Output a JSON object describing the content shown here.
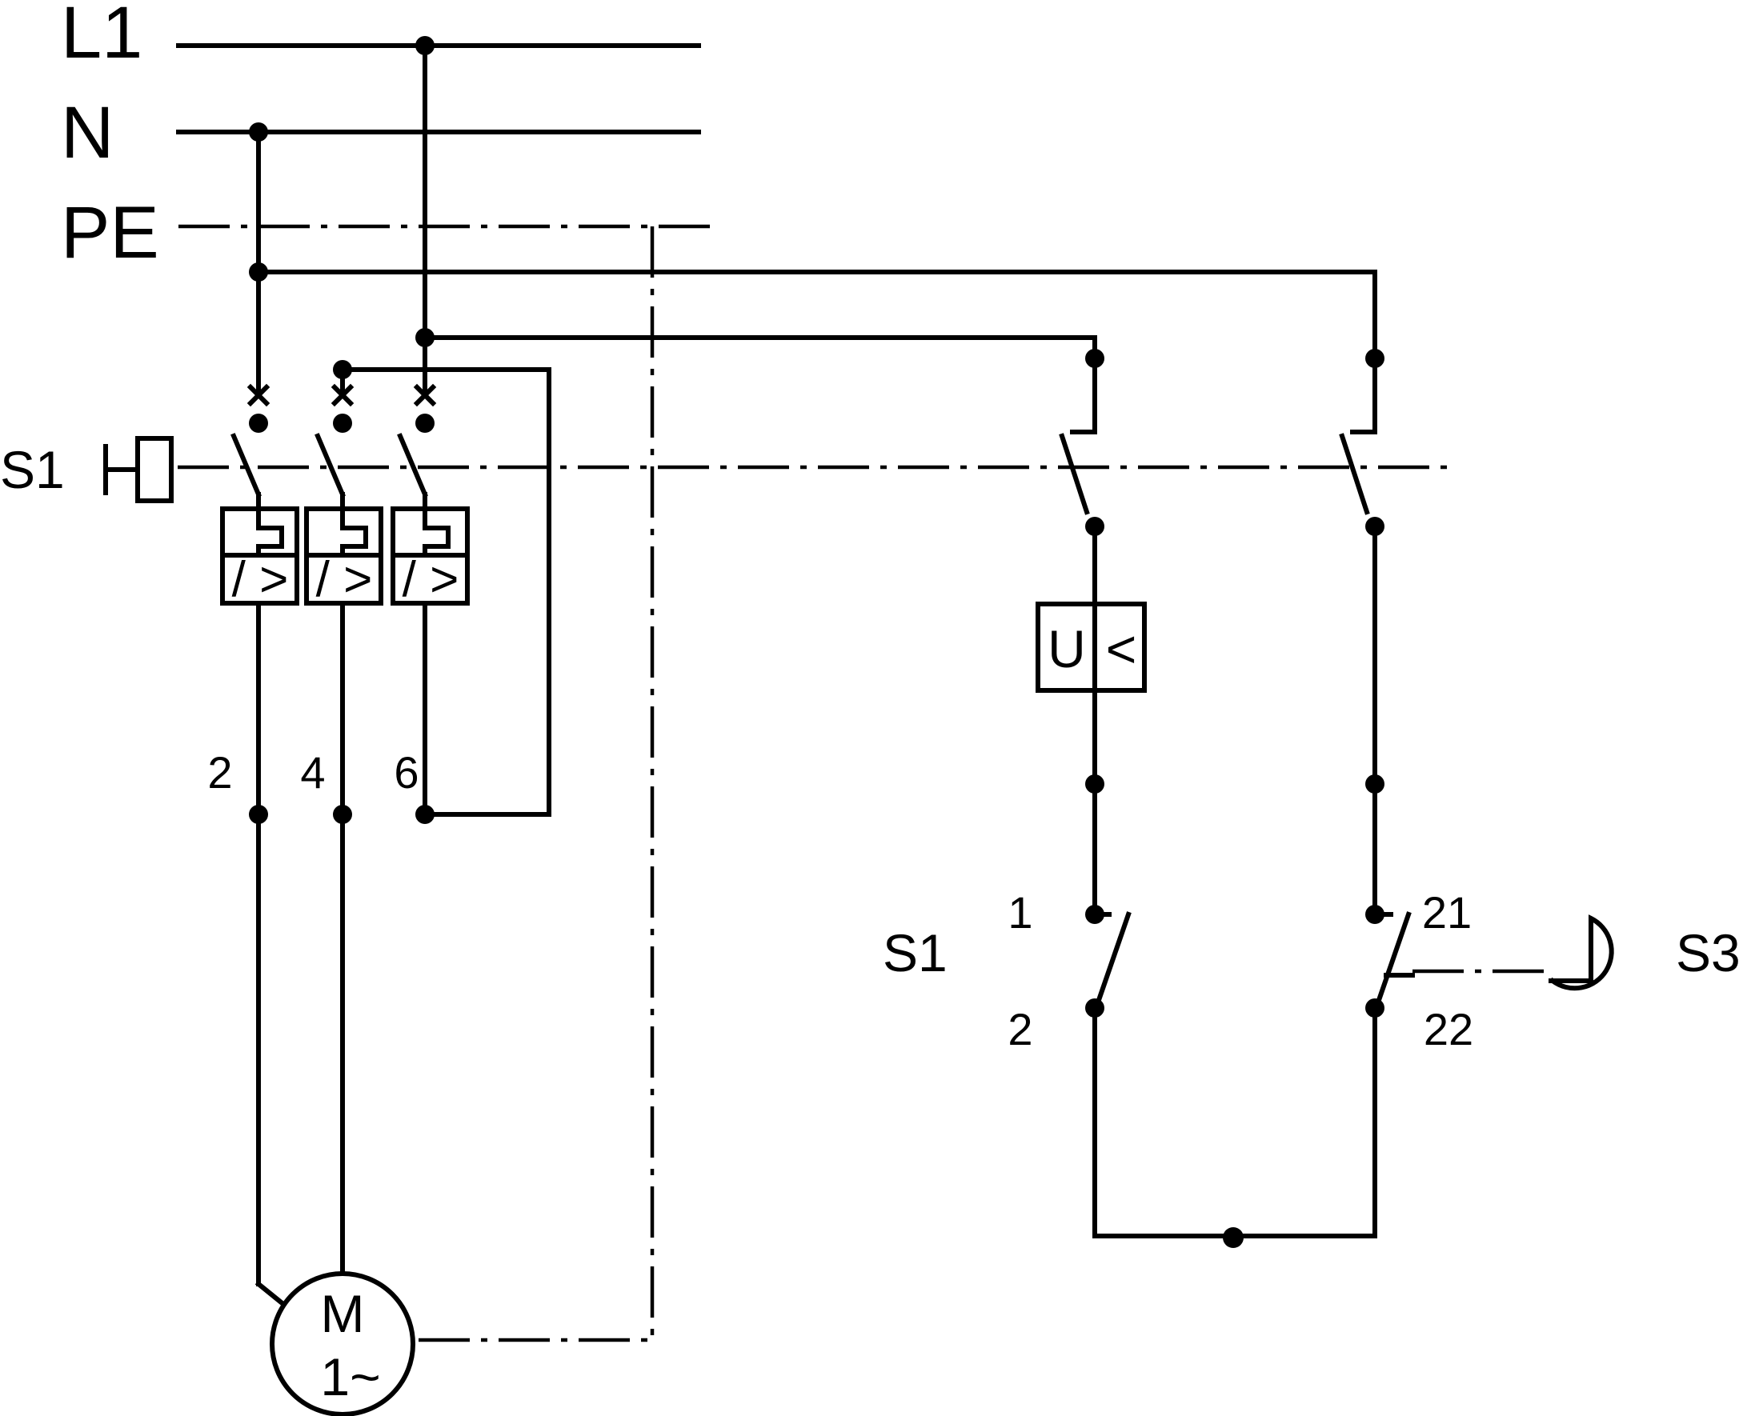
{
  "buses": {
    "l1": "L1",
    "n": "N",
    "pe": "PE"
  },
  "breaker": {
    "label": "S1",
    "trip_symbol": "/ >",
    "terminals": [
      "2",
      "4",
      "6"
    ]
  },
  "undervoltage_release": {
    "left": "U",
    "right": "<"
  },
  "contacts": {
    "s1": {
      "label": "S1",
      "top": "1",
      "bottom": "2"
    },
    "s3": {
      "label": "S3",
      "top": "21",
      "bottom": "22"
    }
  },
  "motor": {
    "line1": "M",
    "line2": "1~"
  },
  "colors": {
    "ink": "#000000",
    "background": "#ffffff"
  }
}
